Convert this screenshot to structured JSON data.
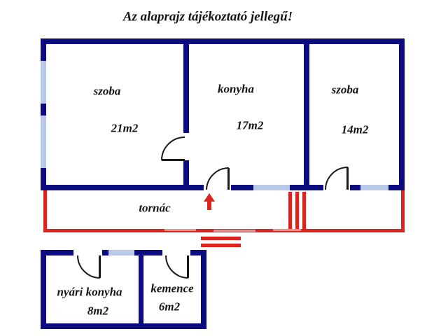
{
  "title": "Az alaprajz tájékoztató jellegű!",
  "rooms": {
    "szoba_left": {
      "label": "szoba",
      "area": "21m2"
    },
    "konyha": {
      "label": "konyha",
      "area": "17m2"
    },
    "szoba_right": {
      "label": "szoba",
      "area": "14m2"
    },
    "tornac": {
      "label": "tornác"
    },
    "nyari_konyha": {
      "label": "nyári konyha",
      "area": "8m2"
    },
    "kemence": {
      "label": "kemence",
      "area": "6m2"
    }
  },
  "colors": {
    "wall_navy": "#0c0c7e",
    "window_blue": "#b7c9e6",
    "porch_red": "#d92420",
    "text": "#151515",
    "background": "#ffffff"
  },
  "icons": {
    "entrance_arrow": "up-arrow"
  }
}
